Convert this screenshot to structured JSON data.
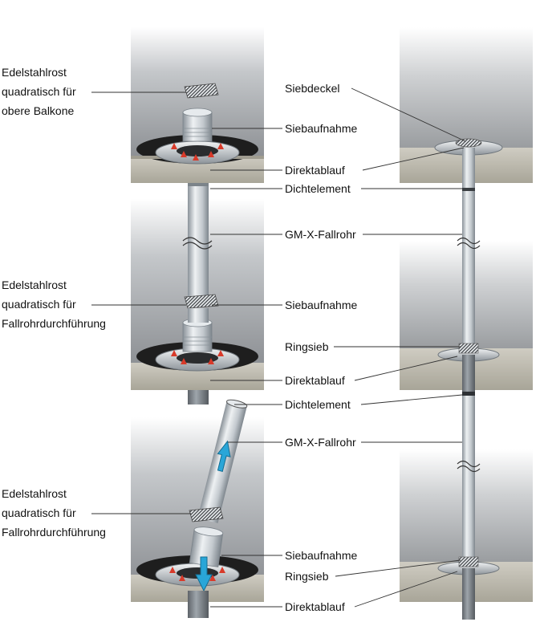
{
  "left_labels": [
    {
      "id": "grate-upper",
      "lines": [
        "Edelstahlrost",
        "quadratisch für",
        "obere Balkone"
      ]
    },
    {
      "id": "grate-pipe-1",
      "lines": [
        "Edelstahlrost",
        "quadratisch für",
        "Fallrohrdurchführung"
      ]
    },
    {
      "id": "grate-pipe-2",
      "lines": [
        "Edelstahlrost",
        "quadratisch für",
        "Fallrohrdurchführung"
      ]
    }
  ],
  "middle_labels": [
    "Siebdeckel",
    "Siebaufnahme",
    "Direktablauf",
    "Dichtelement",
    "GM-X-Fallrohr",
    "Siebaufnahme",
    "Ringsieb",
    "Direktablauf",
    "Dichtelement",
    "GM-X-Fallrohr",
    "Siebaufnahme",
    "Ringsieb",
    "Direktablauf"
  ],
  "colors": {
    "wall_light": "#dcdedf",
    "wall_dark": "#8d9094",
    "concrete": "#b9b6ab",
    "pipe": "#cdd3d8",
    "pipe_shade": "#8f979e",
    "membrane": "#1e1e1e",
    "seal_red": "#d83a2a",
    "arrow_blue": "#29a6d8",
    "leader": "#333333"
  }
}
